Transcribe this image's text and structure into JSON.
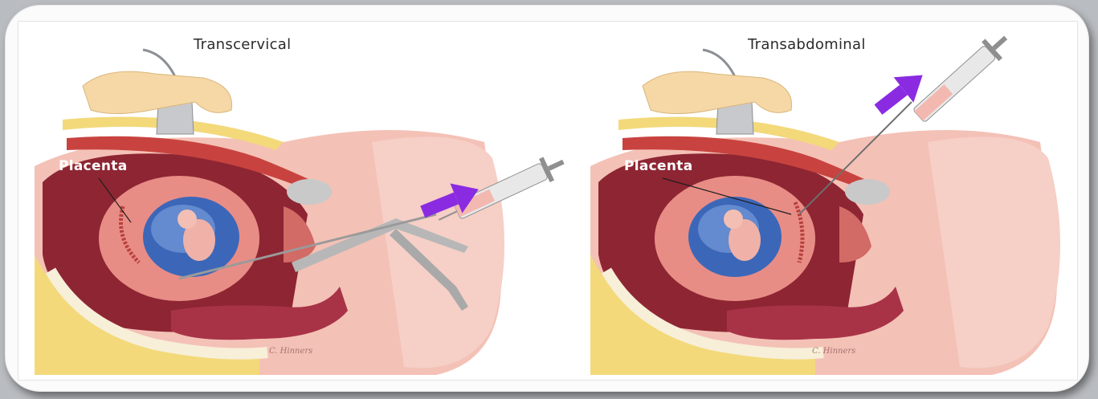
{
  "panels": [
    {
      "title": "Transcervical",
      "placenta_label": "Placenta",
      "signature": "C. Hinners",
      "arrow_color": "#8a2be2"
    },
    {
      "title": "Transabdominal",
      "placenta_label": "Placenta",
      "signature": "C. Hinners",
      "arrow_color": "#8a2be2"
    }
  ],
  "colors": {
    "skin": "#f2b5ab",
    "uterus": "#e88d86",
    "tissue_dark": "#8e2533",
    "fat": "#f3d97a",
    "amniotic": "#3c67b8",
    "instrument": "#b7b7b7"
  }
}
